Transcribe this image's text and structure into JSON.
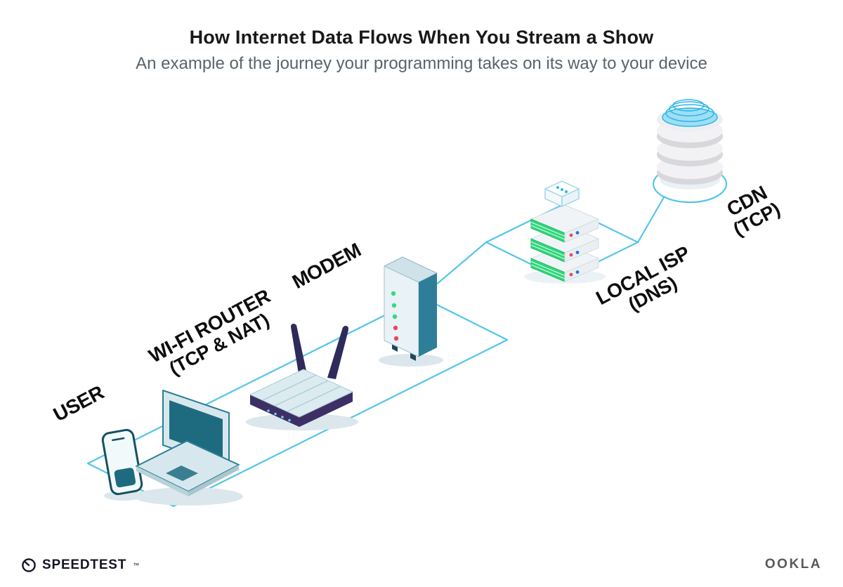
{
  "header": {
    "title": "How Internet Data Flows When You Stream a Show",
    "subtitle": "An example of the journey your programming takes on its way to your device"
  },
  "diagram": {
    "nodes": [
      {
        "id": "user",
        "label": "USER",
        "sublabel": "",
        "device": "smartphone-and-laptop"
      },
      {
        "id": "wifi-router",
        "label": "WI-FI ROUTER",
        "sublabel": "(TCP & NAT)",
        "device": "wireless-router"
      },
      {
        "id": "modem",
        "label": "MODEM",
        "sublabel": "",
        "device": "modem-tower"
      },
      {
        "id": "local-isp",
        "label": "LOCAL ISP",
        "sublabel": "(DNS)",
        "device": "server-rack"
      },
      {
        "id": "cdn",
        "label": "CDN",
        "sublabel": "(TCP)",
        "device": "database-cylinder"
      }
    ],
    "colors": {
      "connection_line": "#54c5ea",
      "device_teal": "#1e6b80",
      "device_light": "#d6e8ee",
      "router_purple": "#3d2f66",
      "antenna_navy": "#2e2a5c",
      "server_green": "#2fd67b",
      "led_green": "#35d97e",
      "led_red": "#e8485f",
      "cdn_cyan": "#2ab7e8",
      "shadow": "#dbe7ec"
    }
  },
  "footer": {
    "speedtest_label": "SPEEDTEST",
    "speedtest_trademark": "™",
    "speedtest_icon": "gauge-icon",
    "ookla_label": "OOKLA"
  }
}
